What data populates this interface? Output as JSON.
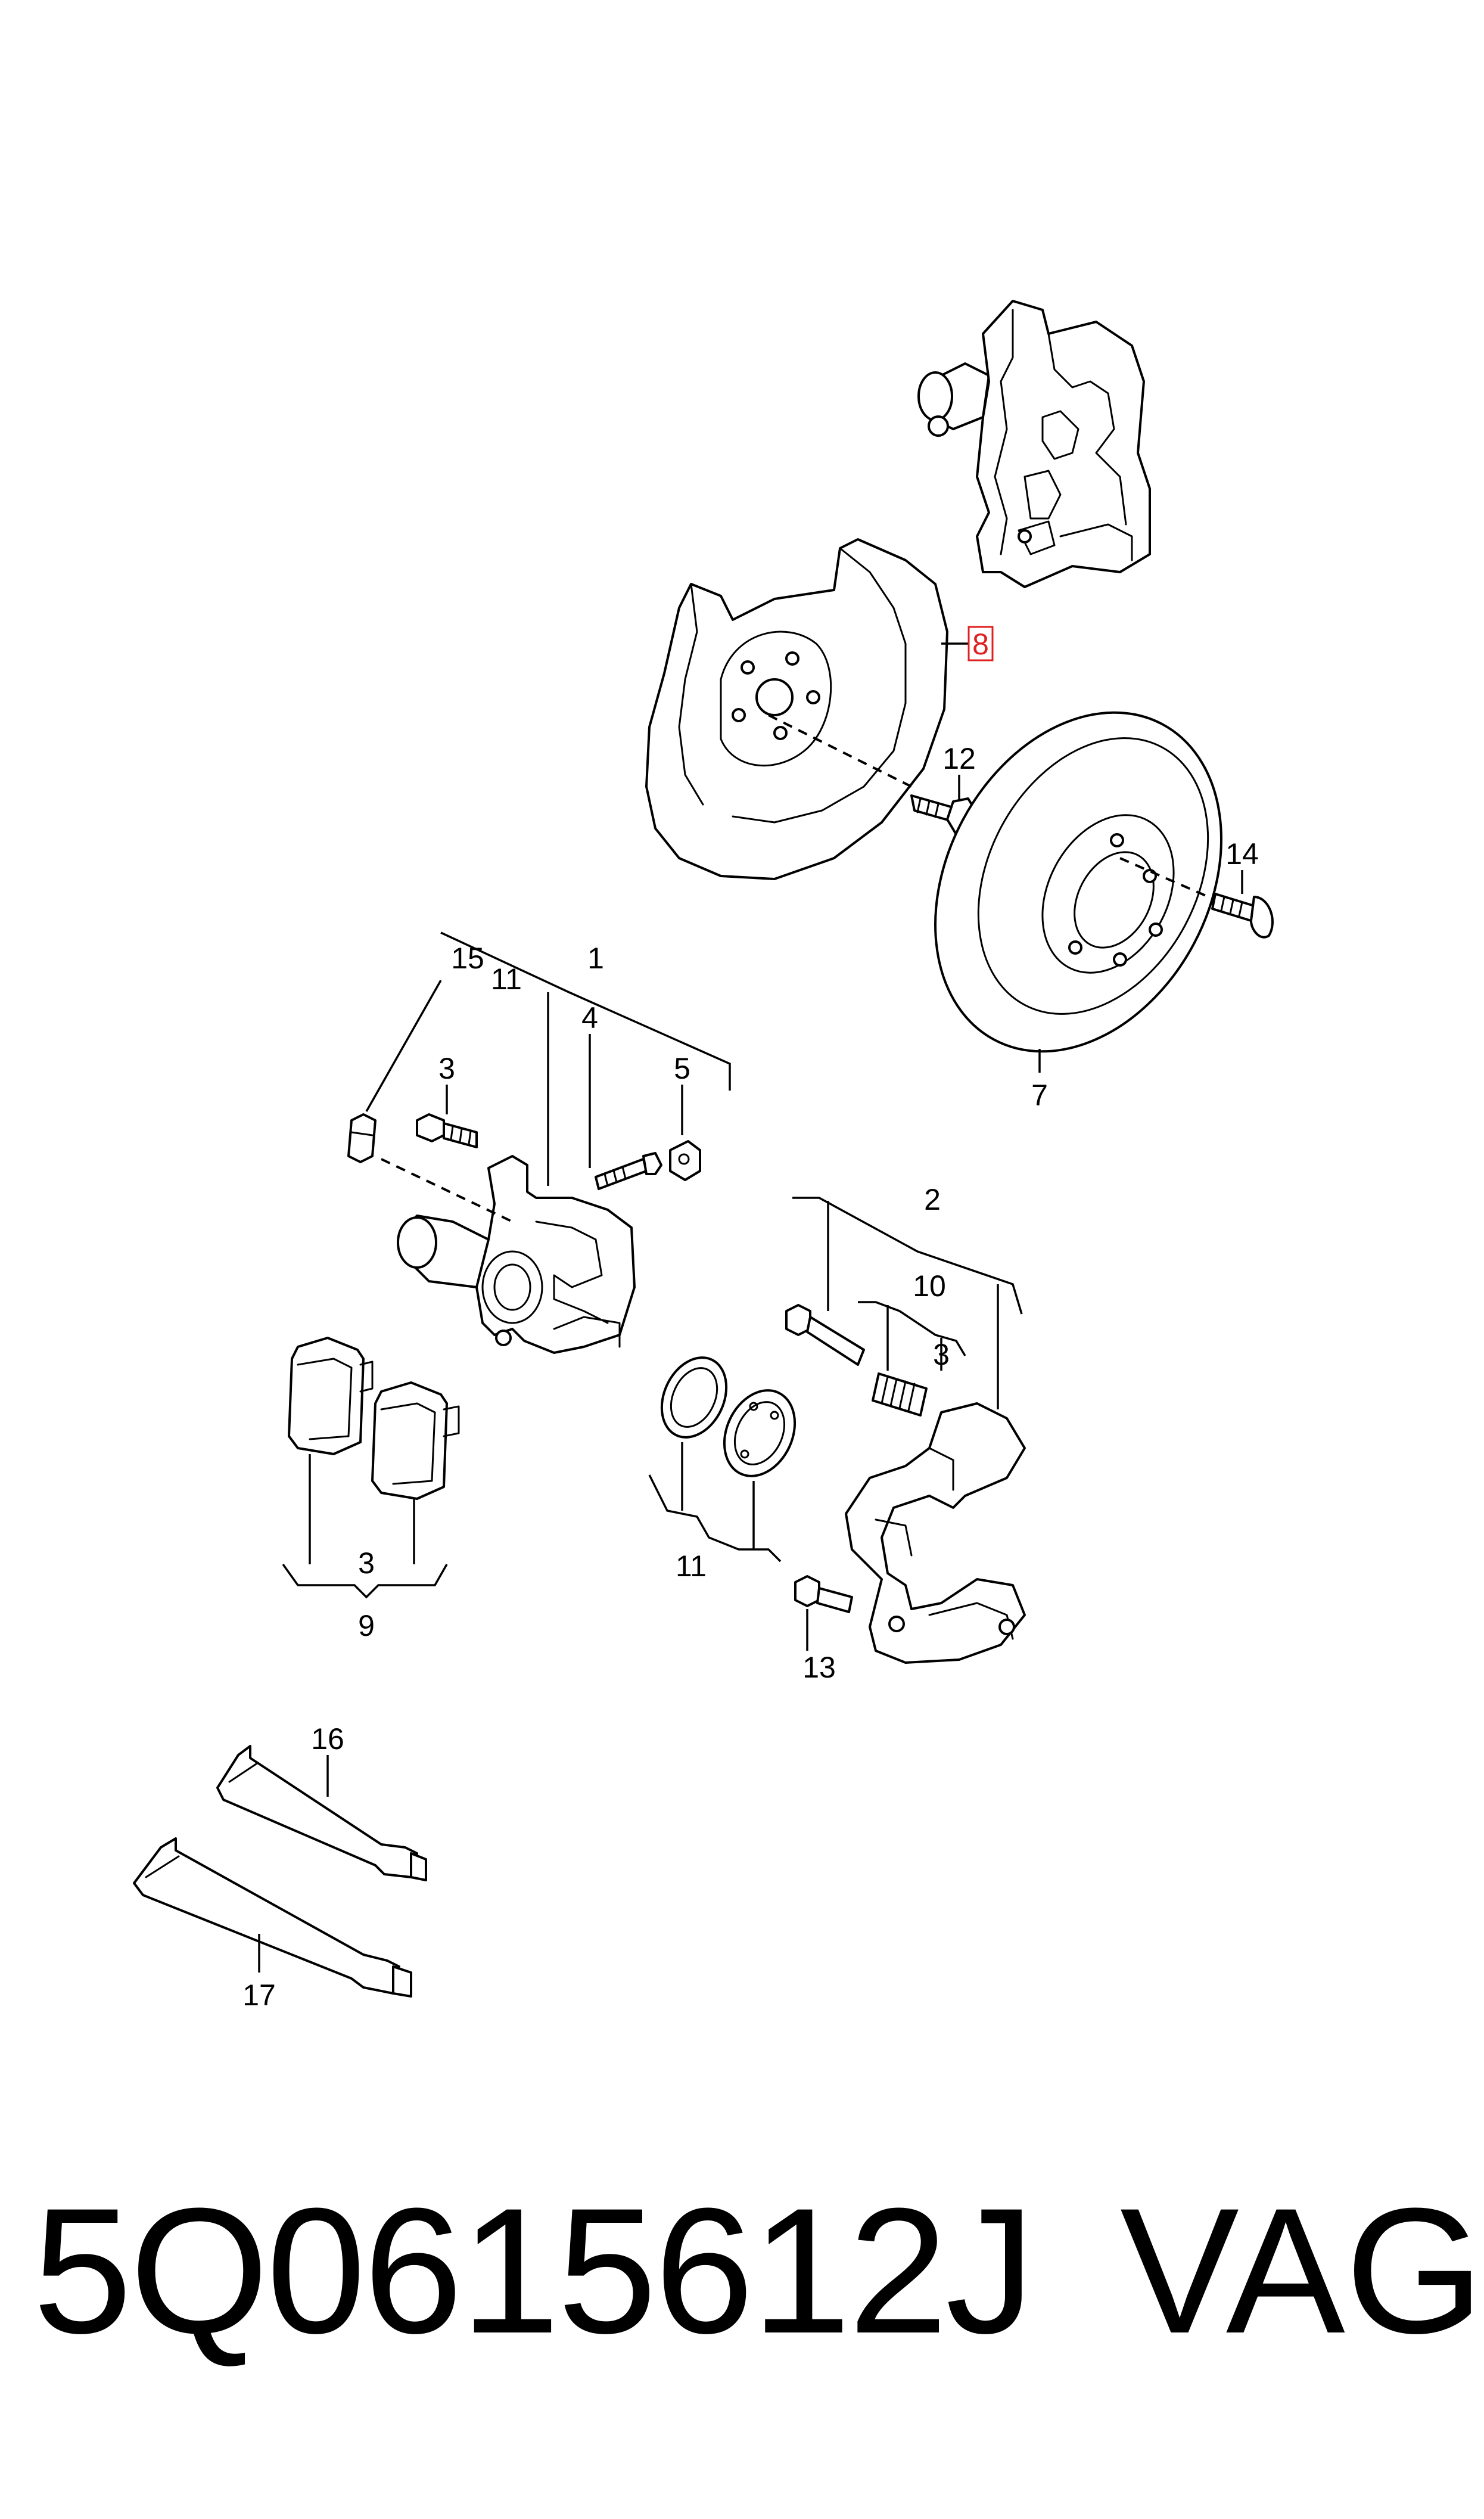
{
  "callouts": {
    "c1": "1",
    "c2": "2",
    "c3a": "3",
    "c3b": "3",
    "c3c": "3",
    "c4": "4",
    "c5": "5",
    "c7": "7",
    "c8": "8",
    "c9": "9",
    "c10": "10",
    "c11a": "11",
    "c11b": "11",
    "c12": "12",
    "c13": "13",
    "c14": "14",
    "c15": "15",
    "c16": "16",
    "c17": "17"
  },
  "highlight": {
    "callout": "8",
    "color": "#e02020"
  },
  "footer": {
    "part_number": "5Q0615612J",
    "brand": "VAG"
  }
}
